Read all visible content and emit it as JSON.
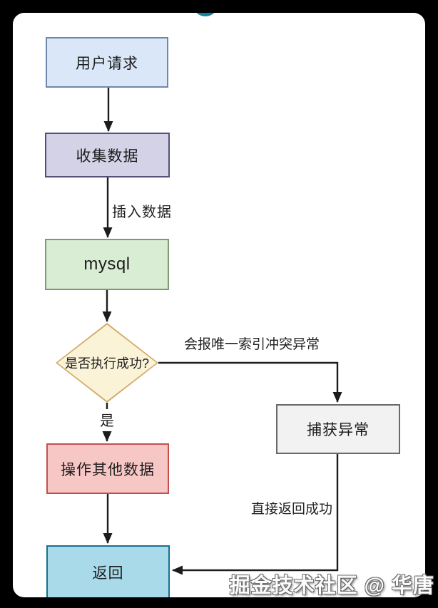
{
  "watermark": {
    "text": "掘金技术社区 @ 华唐"
  },
  "decoration": {
    "top_circle_color": "#127f9f"
  },
  "diagram": {
    "arrow_color": "#1c1c1c",
    "nodes": {
      "user_request": {
        "label": "用户请求",
        "fill": "#d9e7f8",
        "border": "#6f87ab"
      },
      "collect_data": {
        "label": "收集数据",
        "fill": "#d4d2e7",
        "border": "#55507a"
      },
      "mysql": {
        "label": "mysql",
        "fill": "#d9ecd4",
        "border": "#7d9b6f"
      },
      "exec_success": {
        "label": "是否执行成功?",
        "fill": "#faf3d8",
        "border": "#d0ab67"
      },
      "catch_exception": {
        "label": "捕获异常",
        "fill": "#f2f2f2",
        "border": "#696969"
      },
      "operate_other_data": {
        "label": "操作其他数据",
        "fill": "#f7c7c6",
        "border": "#c4504e"
      },
      "return": {
        "label": "返回",
        "fill": "#a9dae9",
        "border": "#17708f"
      }
    },
    "edge_labels": {
      "insert_data": "插入数据",
      "unique_index_conflict": "会报唯一索引冲突异常",
      "yes": "是",
      "return_success": "直接返回成功"
    }
  }
}
